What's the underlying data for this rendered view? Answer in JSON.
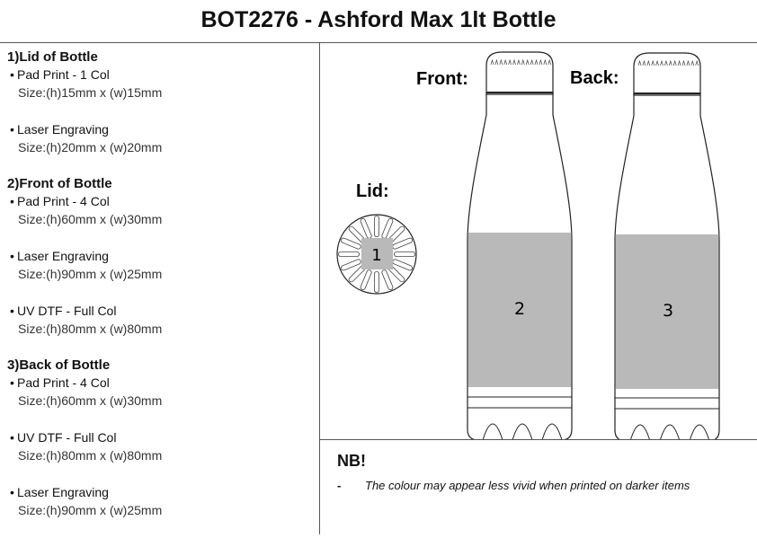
{
  "title": "BOT2276 - Ashford Max 1lt Bottle",
  "sections": [
    {
      "heading": "1)Lid of Bottle",
      "items": [
        {
          "method": "Pad Print - 1 Col",
          "size": "Size:(h)15mm x (w)15mm"
        },
        {
          "method": "Laser Engraving",
          "size": "Size:(h)20mm x (w)20mm"
        }
      ]
    },
    {
      "heading": "2)Front of Bottle",
      "items": [
        {
          "method": "Pad Print - 4 Col",
          "size": "Size:(h)60mm x (w)30mm"
        },
        {
          "method": "Laser Engraving",
          "size": "Size:(h)90mm x (w)25mm"
        },
        {
          "method": "UV DTF - Full Col",
          "size": "Size:(h)80mm x (w)80mm"
        }
      ]
    },
    {
      "heading": "3)Back of Bottle",
      "items": [
        {
          "method": "Pad Print - 4 Col",
          "size": "Size:(h)60mm x (w)30mm"
        },
        {
          "method": "UV DTF - Full Col",
          "size": "Size:(h)80mm x (w)80mm"
        },
        {
          "method": "Laser Engraving",
          "size": "Size:(h)90mm x (w)25mm"
        }
      ]
    }
  ],
  "bullet": "•",
  "diagram": {
    "lid_label": "Lid:",
    "front_label": "Front:",
    "back_label": "Back:",
    "lid_area": "1",
    "front_area": "2",
    "back_area": "3",
    "area_color": "#b9b9ba"
  },
  "nb": {
    "heading": "NB!",
    "dash": "-",
    "note": "The colour may appear less vivid when printed on darker items"
  }
}
